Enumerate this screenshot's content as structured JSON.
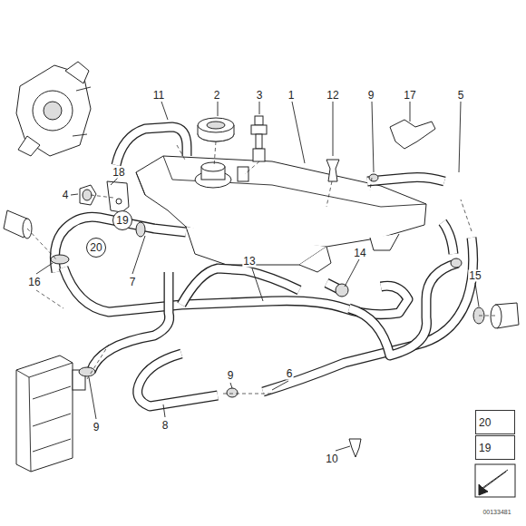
{
  "diagram": {
    "nodes": [
      {
        "text": [
          "19"
        ]
      },
      {
        "text": [
          "20"
        ]
      },
      {
        "text": [
          "20"
        ]
      },
      {
        "text": [
          "19"
        ]
      }
    ],
    "labels": [
      "11",
      "2",
      "3",
      "1",
      "12",
      "9",
      "17",
      "5",
      "18",
      "4",
      "16",
      "7",
      "13",
      "14",
      "15",
      "9",
      "6",
      "8",
      "9",
      "10",
      "00133481"
    ]
  }
}
